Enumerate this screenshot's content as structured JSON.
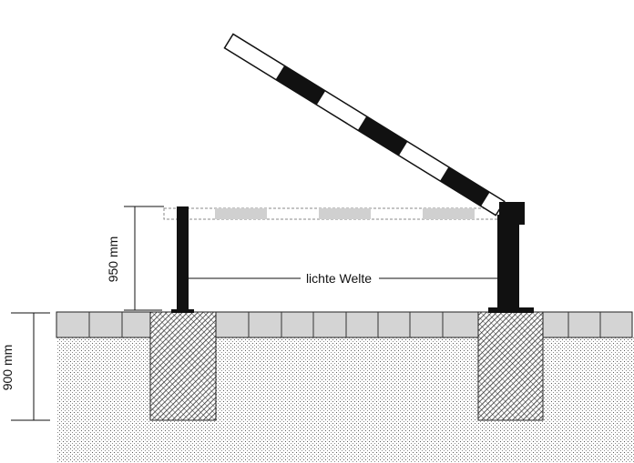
{
  "labels": {
    "clear_width": "lichte Welte",
    "barrier_height": "950 mm",
    "foundation_depth": "900 mm"
  },
  "colors": {
    "ink": "#111111",
    "paver_fill": "#d4d4d4",
    "ghost_stripe": "#d0d0d0",
    "soil_dots": "#5a5a5a",
    "hatch": "#2a2a2a"
  }
}
